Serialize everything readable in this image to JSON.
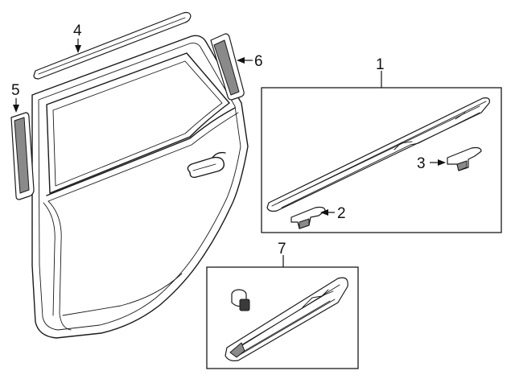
{
  "callouts": {
    "c1": "1",
    "c2": "2",
    "c3": "3",
    "c4": "4",
    "c5": "5",
    "c6": "6",
    "c7": "7"
  },
  "colors": {
    "line": "#1a1a1a",
    "part_fill_grey": "#8a8a8a",
    "background": "#ffffff"
  }
}
